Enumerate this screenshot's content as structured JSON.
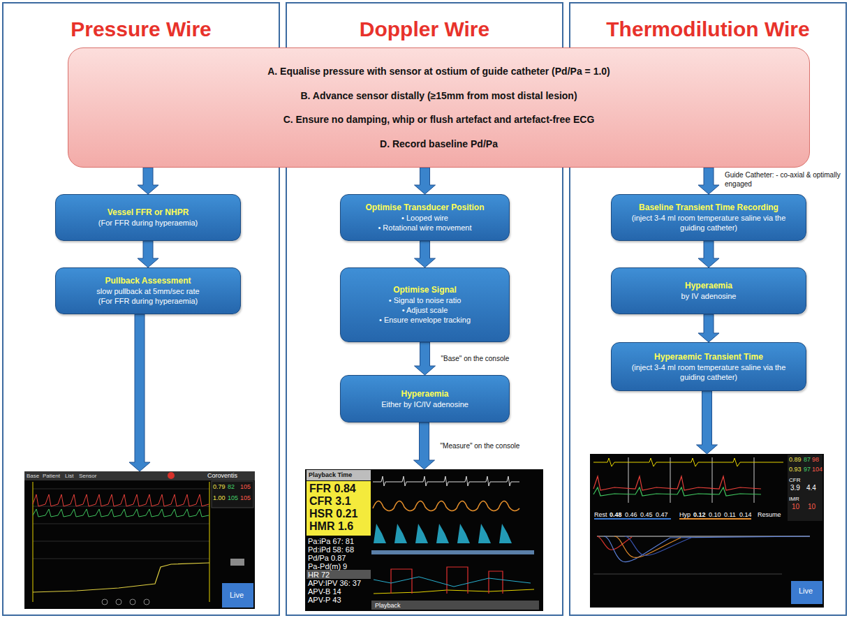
{
  "diagram": {
    "nodes": [
      {
        "text": [
          "Pressure Wire"
        ]
      },
      {
        "text": [
          "Doppler Wire"
        ]
      },
      {
        "text": [
          "Thermodilution Wire"
        ]
      },
      {
        "text": [
          "A. Equalise pressure with sensor at ostium of guide catheter (Pd/Pa = 1.0)",
          "B. Advance sensor distally (≥15mm from most distal lesion)",
          "C. Ensure no damping, whip or flush artefact and artefact-free ECG",
          "D. Record baseline Pd/Pa"
        ]
      },
      {
        "text": [
          "Vessel FFR or NHPR",
          "(For FFR during hyperaemia)"
        ],
        "in": 0
      },
      {
        "text": [
          "Pullback Assessment",
          "slow pullback at 5mm/sec rate",
          "(For FFR during hyperaemia)"
        ],
        "in": 0
      },
      {
        "text": [
          "Optimise Transducer Position",
          "• Looped wire",
          "• Rotational wire movement"
        ],
        "in": 1
      },
      {
        "text": [
          "Optimise Signal",
          "• Signal to noise ratio",
          "• Adjust scale",
          "• Ensure envelope tracking"
        ],
        "in": 1
      },
      {
        "text": [
          "Hyperaemia",
          "Either by IC/IV adenosine"
        ],
        "in": 1
      },
      {
        "text": [
          "Baseline Transient Time Recording",
          "(inject 3-4 ml room temperature saline via the guiding catheter)"
        ],
        "in": 2
      },
      {
        "text": [
          "Hyperaemia",
          "by IV adenosine"
        ],
        "in": 2
      },
      {
        "text": [
          "Hyperaemic Transient Time",
          "(inject 3-4 ml room temperature saline via the guiding catheter)"
        ],
        "in": 2
      },
      {
        "text": [
          "Base",
          "Patient",
          "List",
          "Sensor",
          "Coroventis",
          "0.79",
          "82",
          "105",
          "1.00",
          "105",
          "105",
          "Live"
        ],
        "in": 0
      },
      {
        "text": [
          "Playback Time",
          "FFR 0.84",
          "CFR 3.1",
          "HSR 0.21",
          "HMR 1.6",
          "Pa:iPa 67: 81",
          "Pd:iPd 58: 68",
          "Pd/Pa 0.87",
          "Pa-Pd(m) 9",
          "HR 72",
          "APV:IPV 36: 37",
          "APV-B 14",
          "APV-P 43",
          "Playback"
        ],
        "in": 1
      },
      {
        "text": [
          "0.89",
          "87",
          "98",
          "0.93",
          "97",
          "104",
          "CFR",
          "3.9",
          "4.4",
          "IMR",
          "10",
          "10",
          "Rest",
          "0.48",
          "0.46",
          "0.45",
          "0.47",
          "Hyp",
          "0.12",
          "0.10",
          "0.11",
          "0.14",
          "Resume",
          "Live"
        ],
        "in": 2
      }
    ],
    "edges": [
      {
        "from": 3,
        "to": 4,
        "arrow": "to"
      },
      {
        "from": 3,
        "to": 6,
        "arrow": "to"
      },
      {
        "from": 3,
        "to": 9,
        "arrow": "to",
        "label": "Guide Catheter: - co-axial & optimally engaged"
      },
      {
        "from": 4,
        "to": 5,
        "arrow": "to"
      },
      {
        "from": 5,
        "to": 12,
        "arrow": "to"
      },
      {
        "from": 6,
        "to": 7,
        "arrow": "to"
      },
      {
        "from": 7,
        "to": 8,
        "arrow": "to",
        "label": "\"Base\" on the console"
      },
      {
        "from": 8,
        "to": 13,
        "arrow": "to",
        "label": "\"Measure\" on the console"
      },
      {
        "from": 9,
        "to": 10,
        "arrow": "to"
      },
      {
        "from": 10,
        "to": 11,
        "arrow": "to"
      },
      {
        "from": 11,
        "to": 14,
        "arrow": "to"
      }
    ]
  }
}
